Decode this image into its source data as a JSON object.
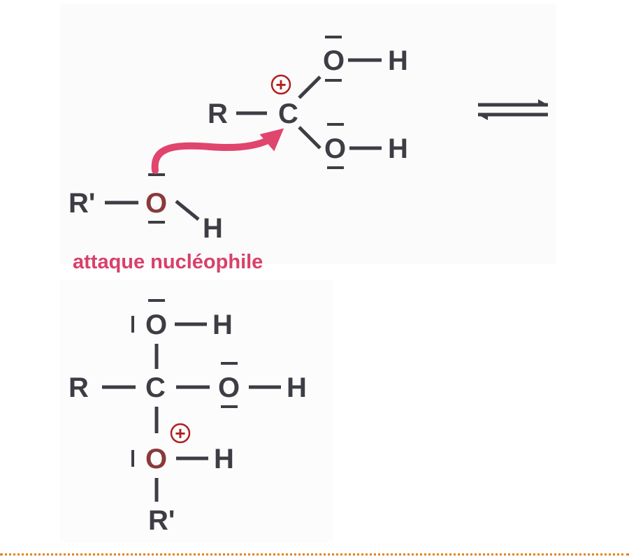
{
  "colors": {
    "atom": "#3d3d45",
    "oxygen_red": "#8a3a3a",
    "arrow_pink": "#e0456e",
    "caption_pink": "#d8406a",
    "charge_red": "#b02020",
    "rule_orange": "#e6801a"
  },
  "top_reaction": {
    "cation": {
      "r_label": "R",
      "carbon_label": "C",
      "charge": "+",
      "oh_upper": {
        "o_label": "O",
        "h_label": "H"
      },
      "oh_lower": {
        "o_label": "O",
        "h_label": "H"
      }
    },
    "nucleophile": {
      "r_label": "R'",
      "o_label": "O",
      "h_label": "H"
    },
    "caption": "attaque nucléophile",
    "equilibrium_icon": "equilibrium-arrows-icon"
  },
  "product": {
    "r_label": "R",
    "carbon_label": "C",
    "oh_top": {
      "o_label": "O",
      "h_label": "H"
    },
    "oh_right": {
      "o_label": "O",
      "h_label": "H"
    },
    "oxonium": {
      "o_label": "O",
      "h_label": "H",
      "charge": "+"
    },
    "r_bottom_label": "R'"
  }
}
